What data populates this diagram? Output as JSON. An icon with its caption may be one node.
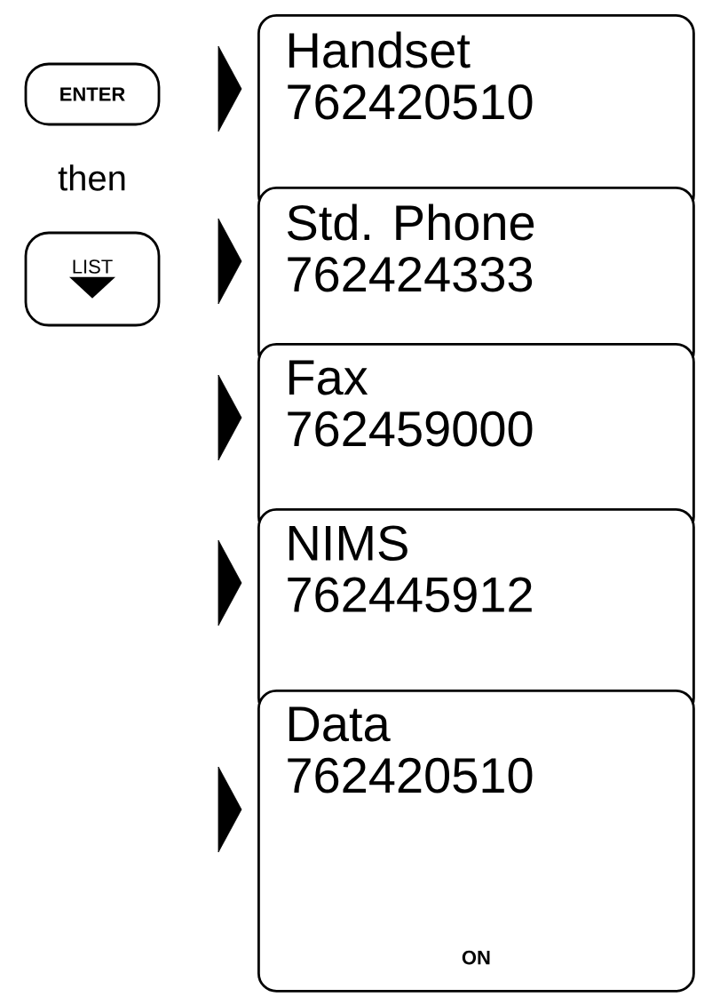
{
  "diagram": {
    "nodes": [
      {
        "text": [
          "ENTER"
        ]
      },
      {
        "text": [
          "LIST"
        ]
      },
      {
        "text": [
          "Handset",
          "762420510"
        ]
      },
      {
        "text": [
          "Std. Phone",
          "762424333"
        ]
      },
      {
        "text": [
          "Fax",
          "762459000"
        ]
      },
      {
        "text": [
          "NIMS",
          "762445912"
        ]
      },
      {
        "text": [
          "Data",
          "762420510",
          "ON"
        ]
      }
    ],
    "edges": [
      {
        "from": null,
        "to": 2,
        "arrow": "to"
      },
      {
        "from": null,
        "to": 3,
        "arrow": "to"
      },
      {
        "from": null,
        "to": 4,
        "arrow": "to"
      },
      {
        "from": null,
        "to": 5,
        "arrow": "to"
      },
      {
        "from": null,
        "to": 6,
        "arrow": "to"
      }
    ],
    "labels": [
      "then"
    ]
  }
}
